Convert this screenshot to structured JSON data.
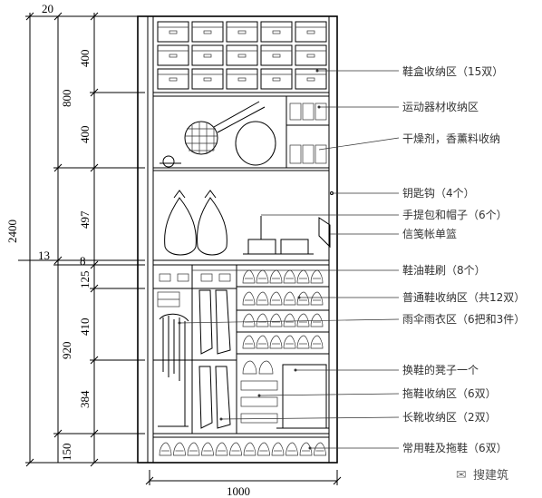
{
  "dimensions": {
    "total_height": "2400",
    "top_offset": "20",
    "upper_section": "800",
    "shoebox_zone": "400",
    "sports_zone": "400",
    "middle_section": "497",
    "gap": "13",
    "small_gap": "8",
    "lower_section": "920",
    "tray_zone": "125",
    "shoe_zone": "410",
    "boot_zone": "384",
    "bottom_zone": "150",
    "width": "1000"
  },
  "labels": [
    "鞋盒收纳区（15双）",
    "运动器材收纳区",
    "干燥剂，香薰料收纳",
    "钥匙钩（4个）",
    "手提包和帽子（6个）",
    "信笺帐单篮",
    "鞋油鞋刷（8个）",
    "普通鞋收纳区（共12双）",
    "雨伞雨衣区（6把和3件）",
    "换鞋的凳子一个",
    "拖鞋收纳区（6双）",
    "长靴收纳区（2双）",
    "常用鞋及拖鞋（6双）"
  ],
  "watermark": "搜建筑"
}
